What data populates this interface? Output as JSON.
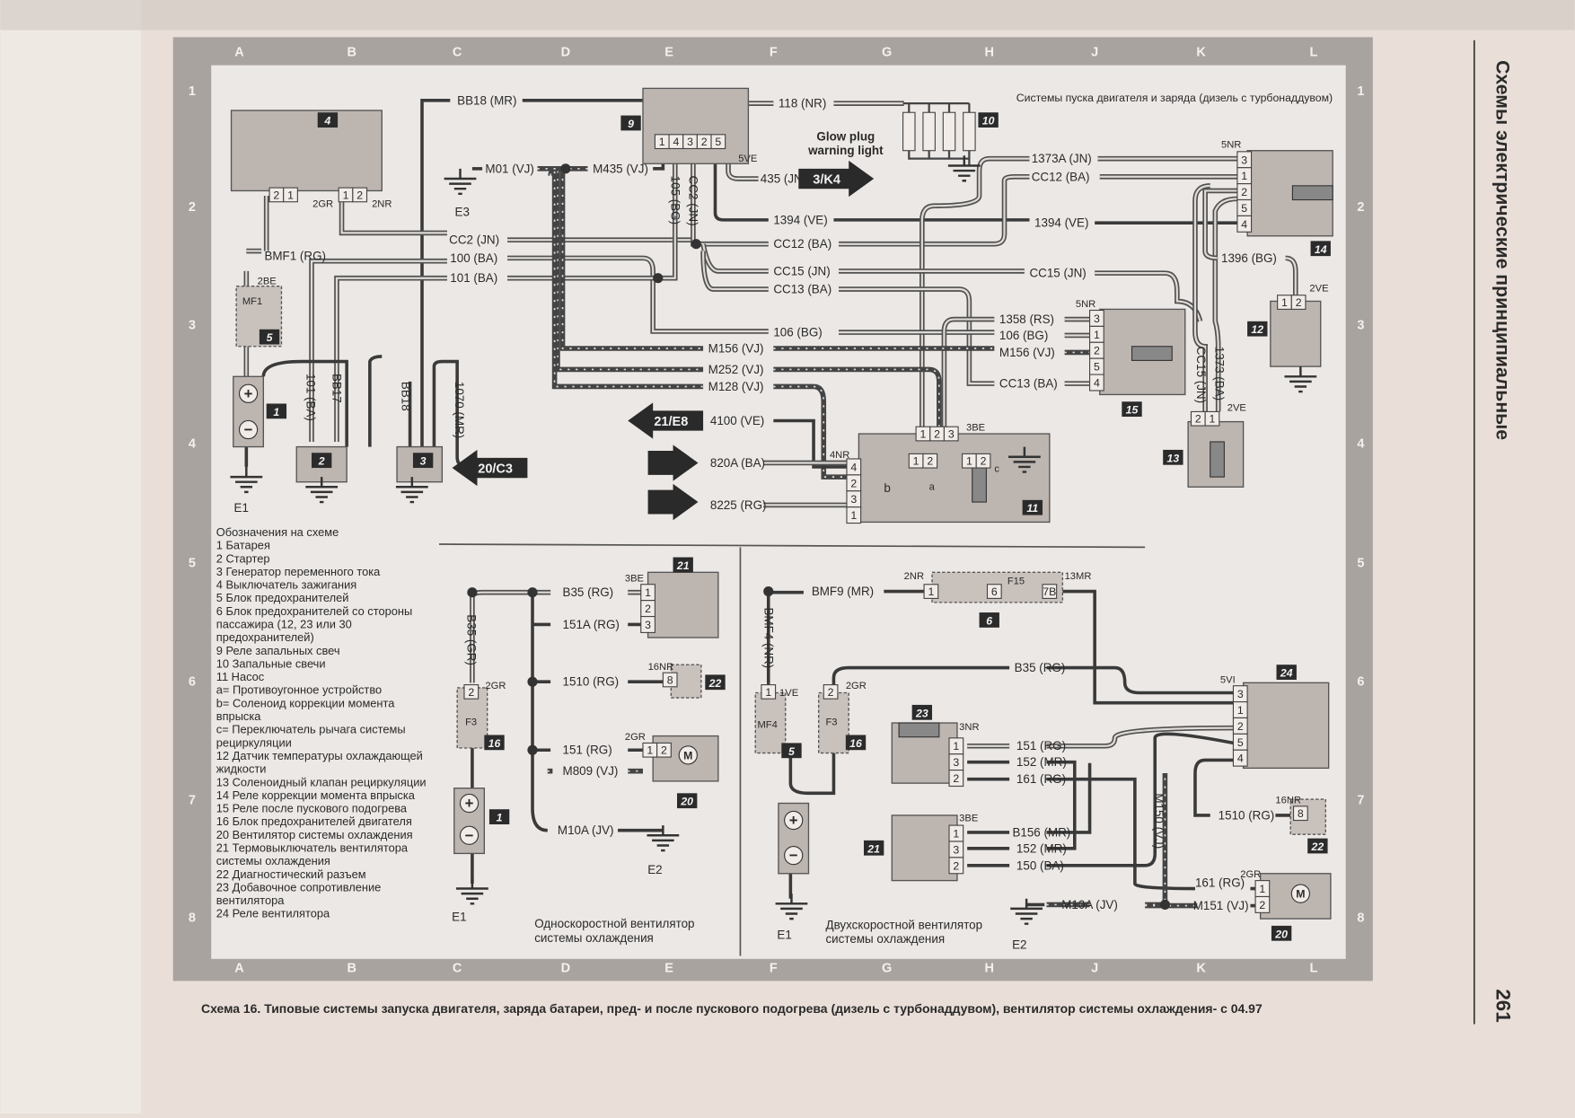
{
  "header_title": "Системы пуска двигателя и заряда (дизель с турбонаддувом)",
  "side_title": "Схемы электрические принципиальные",
  "page_number": "261",
  "caption": "Схема 16. Типовые системы запуска двигателя, заряда батареи, пред- и после пускового подогрева (дизель с турбонаддувом), вентилятор системы охлаждения- с 04.97",
  "grid": {
    "letters": [
      "A",
      "B",
      "C",
      "D",
      "E",
      "F",
      "G",
      "H",
      "J",
      "K",
      "L"
    ],
    "numbers": [
      "1",
      "2",
      "3",
      "4",
      "5",
      "6",
      "7",
      "8"
    ]
  },
  "legend": {
    "title": "Обозначения на схеме",
    "items": [
      "1 Батарея",
      "2 Стартер",
      "3 Генератор переменного тока",
      "4 Выключатель зажигания",
      "5 Блок предохранителей",
      "6 Блок предохранителей со стороны",
      "пассажира (12, 23 или 30",
      "предохранителей)",
      "9 Реле запальных свеч",
      "10 Запальные свечи",
      "11 Насос",
      "a= Противоугонное устройство",
      "b= Соленоид коррекции момента",
      "впрыска",
      "c= Переключатель рычага системы",
      "рециркуляции",
      "12 Датчик температуры охлаждающей",
      "жидкости",
      "13 Соленоидный клапан рециркуляции",
      "14 Реле коррекции момента впрыска",
      "15 Реле после пускового подогрева",
      "16 Блок предохранителей двигателя",
      "20 Вентилятор системы охлаждения",
      "21 Термовыключатель вентилятора",
      "системы охлаждения",
      "22 Диагностический разъем",
      "23 Добавочное сопротивление",
      "вентилятора",
      "24 Реле вентилятора"
    ]
  },
  "labels": [
    "BB18 (MR)",
    "118 (NR)",
    "M01 (VJ)",
    "M435 (VJ)",
    "105 (BG)",
    "CC2 (JN)",
    "5VE",
    "435 (JN)",
    "Glow plug",
    "warning light",
    "1394 (VE)",
    "1394 (VE)",
    "CC2 (JN)",
    "CC12 (BA)",
    "100 (BA)",
    "101 (BA)",
    "CC15 (JN)",
    "CC15 (JN)",
    "CC13 (BA)",
    "106 (BG)",
    "M156 (VJ)",
    "M252 (VJ)",
    "M128 (VJ)",
    "4100 (VE)",
    "820A (BA)",
    "8225 (RG)",
    "1373A (JN)",
    "CC12 (BA)",
    "5NR",
    "1396 (BG)",
    "2VE",
    "1358 (RS)",
    "106 (BG)",
    "M156 (VJ)",
    "CC13 (BA)",
    "5NR",
    "CC15 (JN)",
    "1373 (BA)",
    "2VE",
    "3BE",
    "4NR",
    "BMF1 (RG)",
    "2BE",
    "MF1",
    "2GR",
    "2NR",
    "101 (BA)",
    "BB17",
    "BB18",
    "1070 (MR)",
    "E1",
    "E3",
    "B35 (RG)",
    "3BE",
    "B35 (GR)",
    "151A (RG)",
    "1510 (RG)",
    "16NR",
    "2GR",
    "F3",
    "151 (RG)",
    "2GR",
    "M809 (VJ)",
    "M10A (JV)",
    "E2",
    "E1",
    "Односкоростной вентилятор",
    "системы охлаждения",
    "BMF9 (MR)",
    "2NR",
    "F15",
    "13MR",
    "BMF4 (NR)",
    "B35 (RG)",
    "5VI",
    "1VE",
    "2GR",
    "MF4",
    "F3",
    "3NR",
    "151 (RG)",
    "152 (MR)",
    "161 (RG)",
    "M150 (VJ)",
    "1510 (RG)",
    "16NR",
    "3BE",
    "B156 (MR)",
    "152 (MR)",
    "150 (BA)",
    "161 (RG)",
    "2GR",
    "M10A (JV)",
    "M151 (VJ)",
    "E2",
    "E1",
    "Двухскоростной вентилятор",
    "системы охлаждения",
    "a",
    "b",
    "c"
  ],
  "arrows": [
    "3/K4",
    "21/E8",
    "20/C3"
  ],
  "components": [
    "4",
    "9",
    "10",
    "14",
    "12",
    "15",
    "13",
    "11",
    "5",
    "1",
    "2",
    "3",
    "21",
    "22",
    "16",
    "20",
    "1",
    "6",
    "24",
    "5",
    "16",
    "23",
    "21",
    "22",
    "20"
  ],
  "connectors": [
    [
      "2",
      "1"
    ],
    [
      "1",
      "2"
    ],
    [
      "1",
      "4",
      "3",
      "2",
      "5"
    ],
    [
      "3",
      "1",
      "2",
      "5",
      "4"
    ],
    [
      "1",
      "2"
    ],
    [
      "3",
      "1",
      "2",
      "5",
      "4"
    ],
    [
      "2",
      "1"
    ],
    [
      "4",
      "2",
      "3",
      "1"
    ],
    [
      "1",
      "2",
      "3"
    ],
    [
      "1",
      "2"
    ],
    [
      "1",
      "2"
    ],
    [
      "1",
      "2",
      "3"
    ],
    [
      "8"
    ],
    [
      "1",
      "2"
    ],
    [
      "2"
    ],
    [
      "1"
    ],
    [
      "6"
    ],
    [
      "7B"
    ],
    [
      "3",
      "1",
      "2",
      "5",
      "4"
    ],
    [
      "1"
    ],
    [
      "2"
    ],
    [
      "1",
      "3",
      "2"
    ],
    [
      "1",
      "3",
      "2"
    ],
    [
      "8"
    ],
    [
      "1",
      "2"
    ]
  ],
  "colors": {
    "paper": "#e9dfd8",
    "frame": "#a9a3a0",
    "component": "#bdb5b0",
    "wire": "#3a3a3a"
  }
}
